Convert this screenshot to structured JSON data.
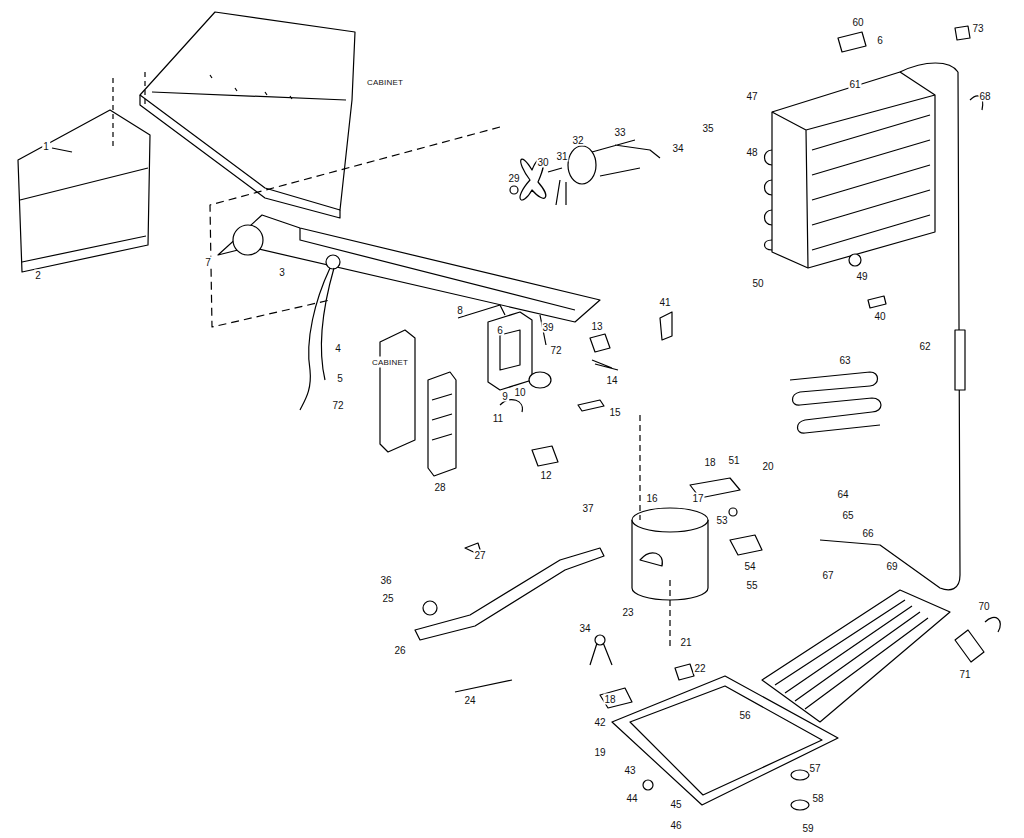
{
  "diagram": {
    "labels": [
      "1",
      "2",
      "CABINET",
      "3",
      "4",
      "CABINET",
      "5",
      "72",
      "7",
      "8",
      "6",
      "39",
      "72",
      "13",
      "14",
      "9",
      "10",
      "11",
      "15",
      "12",
      "28",
      "29",
      "30",
      "31",
      "32",
      "33",
      "34",
      "35",
      "41",
      "60",
      "61",
      "6",
      "73",
      "47",
      "48",
      "68",
      "49",
      "40",
      "50",
      "62",
      "63",
      "16",
      "17",
      "18",
      "51",
      "20",
      "64",
      "65",
      "53",
      "54",
      "66",
      "55",
      "37",
      "27",
      "36",
      "25",
      "26",
      "69",
      "67",
      "70",
      "71",
      "34",
      "23",
      "21",
      "22",
      "24",
      "18",
      "42",
      "19",
      "56",
      "43",
      "44",
      "45",
      "46",
      "57",
      "58",
      "59"
    ]
  }
}
